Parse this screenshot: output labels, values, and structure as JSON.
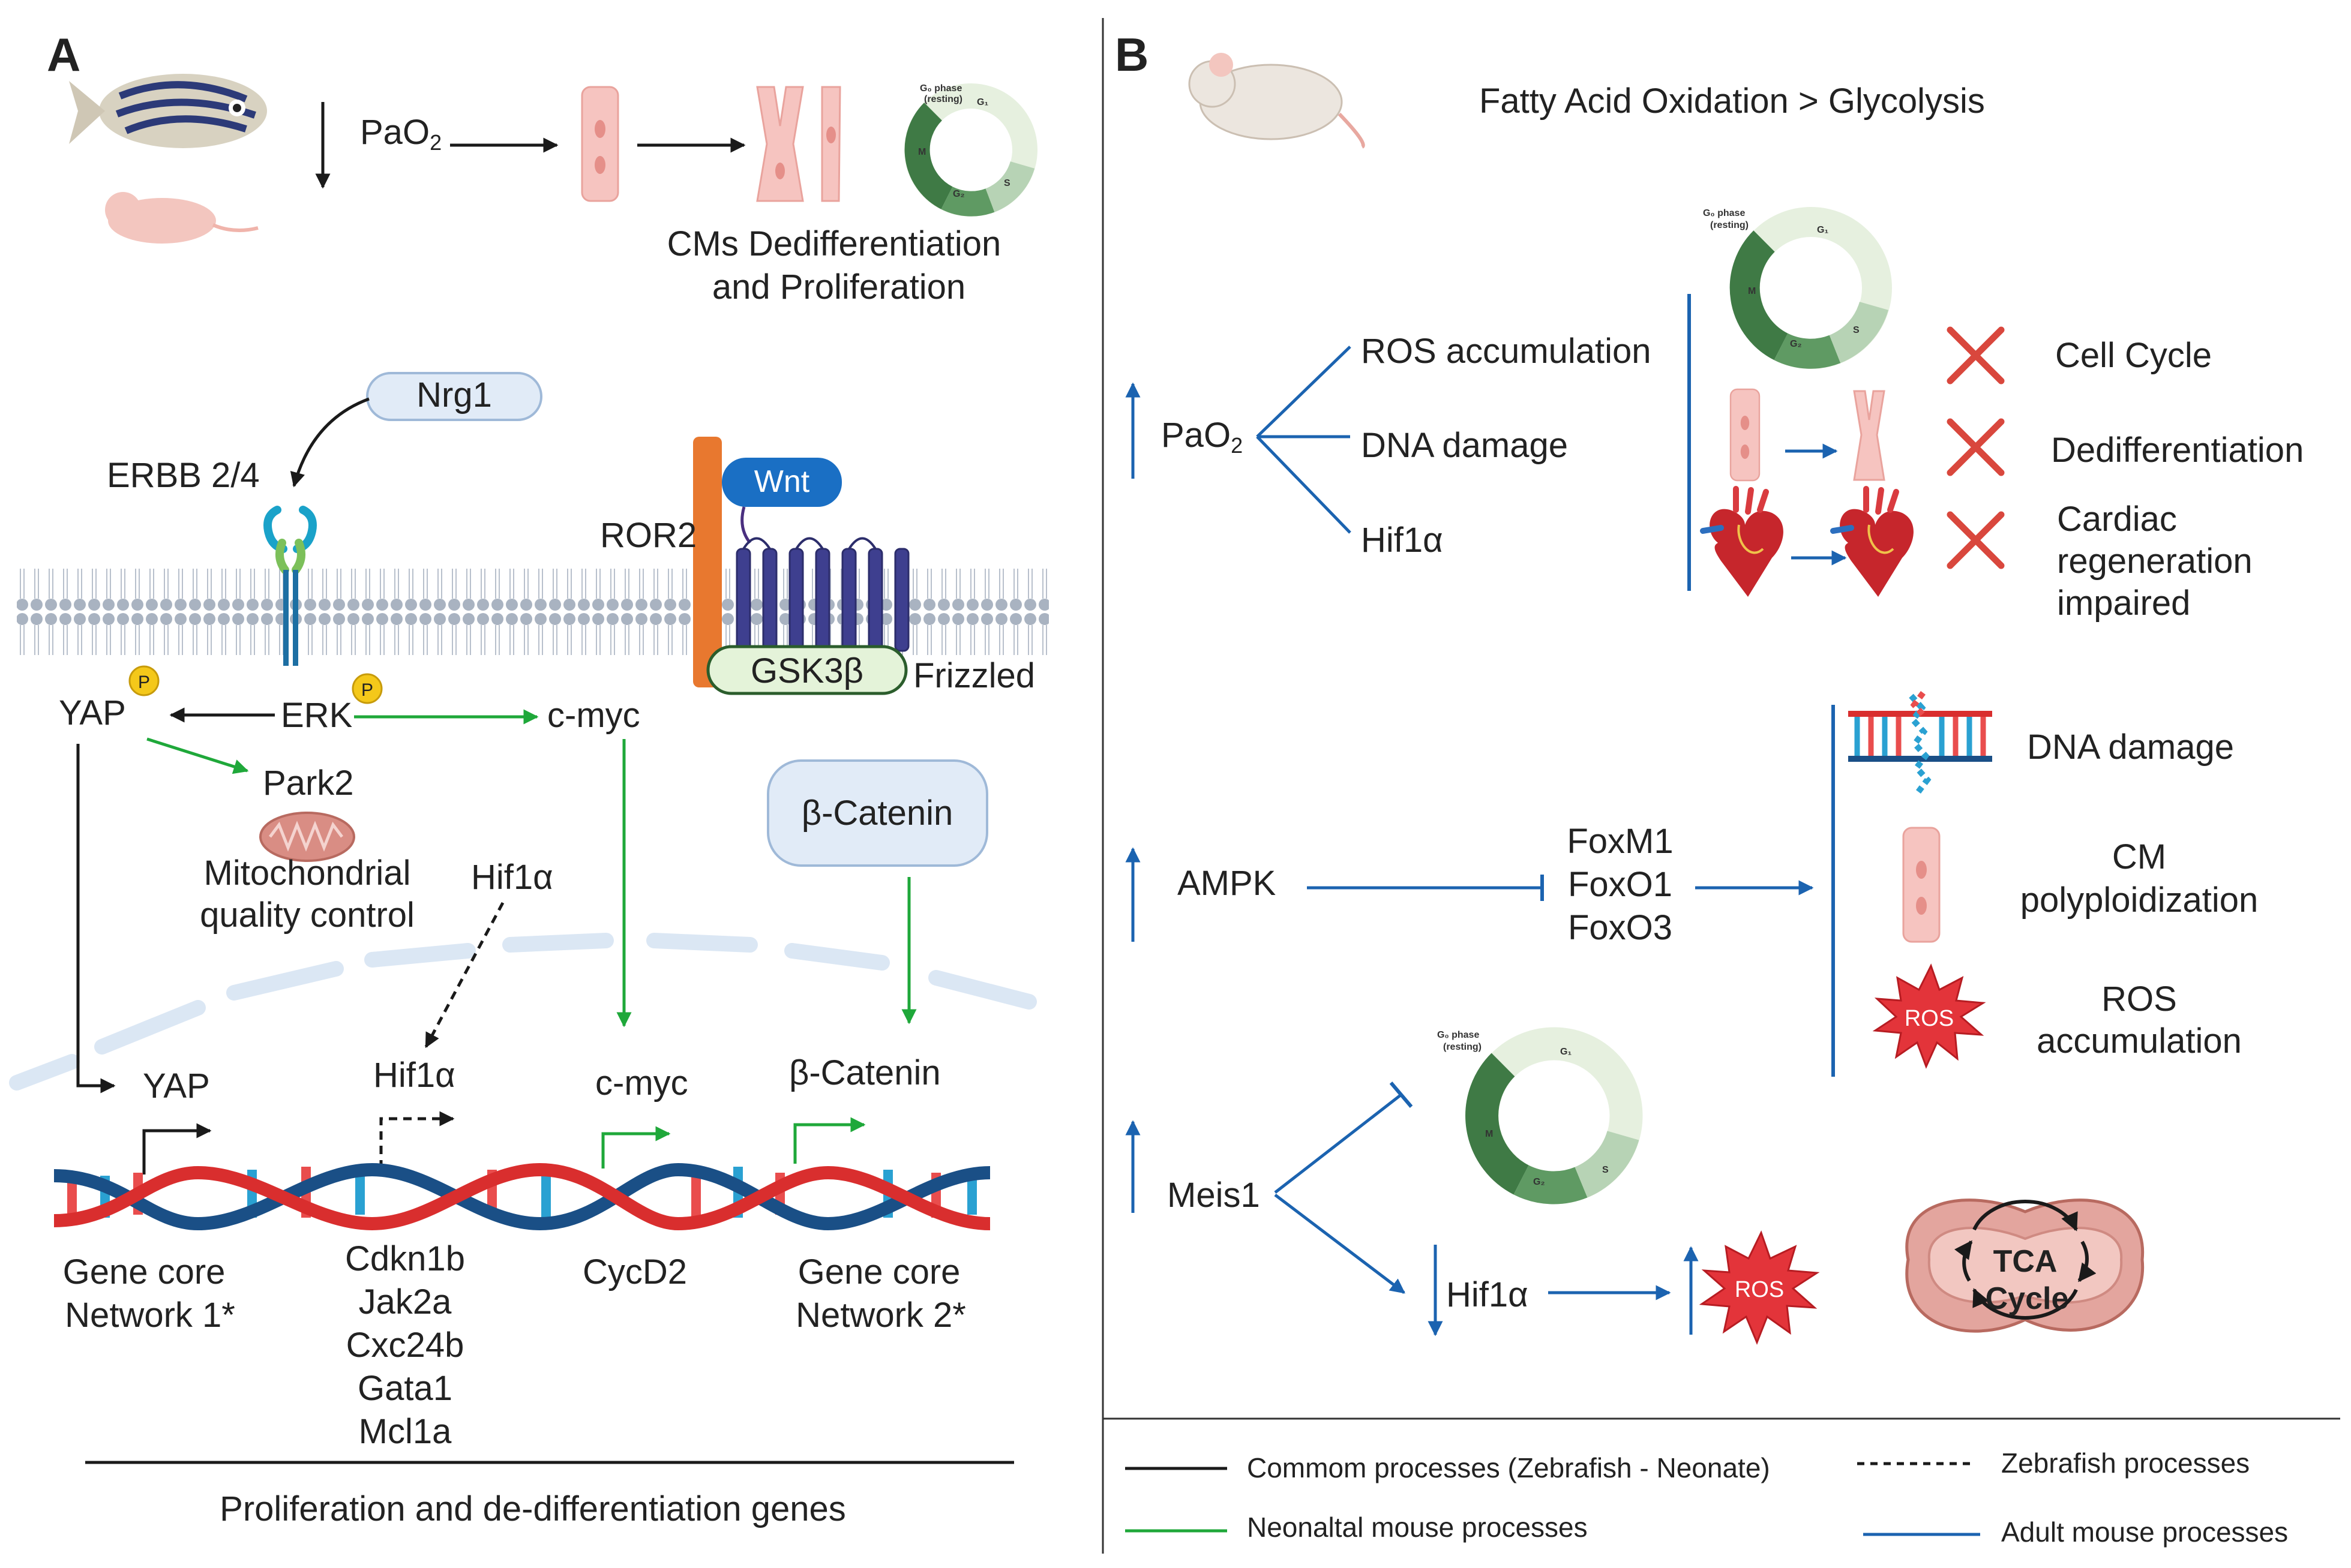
{
  "panel_a": {
    "letter": "A",
    "pao2": "PaO",
    "pao2_sub": "2",
    "cm_title_1": "CMs Dedifferentiation",
    "cm_title_2": "and Proliferation",
    "nrg1": "Nrg1",
    "erbb": "ERBB 2/4",
    "wnt": "Wnt",
    "ror2": "ROR2",
    "gsk3b": "GSK3β",
    "frizzled": "Frizzled",
    "yap": "YAP",
    "erk": "ERK",
    "cmyc": "c-myc",
    "p_badge": "P",
    "park2": "Park2",
    "mito_qc_1": "Mitochondrial",
    "mito_qc_2": "quality control",
    "hif1a": "Hif1α",
    "bcatenin": "β-Catenin",
    "nuc_yap": "YAP",
    "nuc_hif1a": "Hif1α",
    "nuc_cmyc": "c-myc",
    "nuc_bcatenin": "β-Catenin",
    "gene_core_1a": "Gene core",
    "gene_core_1b": "Network 1*",
    "hif_targets": [
      "Cdkn1b",
      "Jak2a",
      "Cxc24b",
      "Gata1",
      "Mcl1a"
    ],
    "cycd2": "CycD2",
    "gene_core_2a": "Gene core",
    "gene_core_2b": "Network 2*",
    "footer": "Proliferation and de-differentiation genes"
  },
  "cell_cycle": {
    "g0": "G₀ phase",
    "resting": "(resting)",
    "g1": "G₁",
    "s": "S",
    "g2": "G₂",
    "m": "M"
  },
  "panel_b": {
    "letter": "B",
    "header": "Fatty Acid Oxidation  > Glycolysis",
    "pao2": "PaO",
    "pao2_sub": "2",
    "ros_accum": "ROS accumulation",
    "dna_damage": "DNA damage",
    "hif1a": "Hif1α",
    "cell_cycle": "Cell Cycle",
    "dediff": "Dedifferentiation",
    "cardiac_1": "Cardiac",
    "cardiac_2": "regeneration",
    "cardiac_3": "impaired",
    "ampk": "AMPK",
    "fox": [
      "FoxM1",
      "FoxO1",
      "FoxO3"
    ],
    "dna_damage_2": "DNA damage",
    "cm_poly_1": "CM",
    "cm_poly_2": "polyploidization",
    "ros_badge": "ROS",
    "ros_accum2_1": "ROS",
    "ros_accum2_2": "accumulation",
    "meis1": "Meis1",
    "hif1a_2": "Hif1α",
    "tca_1": "TCA",
    "tca_2": "Cycle"
  },
  "legend": {
    "common": "Commom processes (Zebrafish - Neonate)",
    "zebrafish": "Zebrafish processes",
    "neonatal": "Neonaltal mouse processes",
    "adult": "Adult mouse processes"
  },
  "colors": {
    "black_arrow": "#1a1a1a",
    "green_arrow": "#1fa83a",
    "blue_arrow": "#1b63b0",
    "inhibit_x": "#d9473d",
    "ros_star": "#e3343a"
  }
}
